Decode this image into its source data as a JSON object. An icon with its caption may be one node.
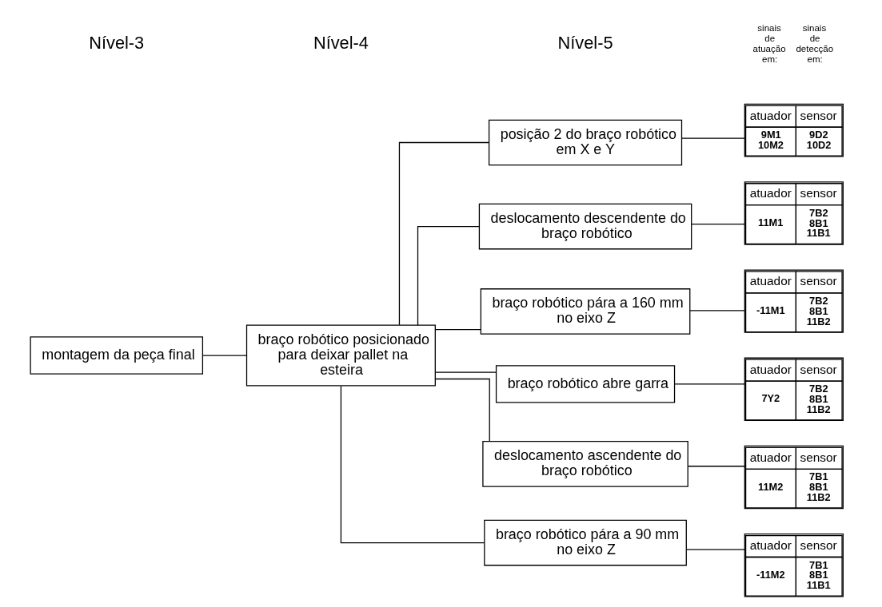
{
  "diagram": {
    "nodes": [
      {
        "text": [
          "montagem da peça final"
        ]
      },
      {
        "text": [
          "braço robótico posicionado para deixar pallet na esteira"
        ]
      },
      {
        "text": [
          "posição 2 do braço robótico em X e Y"
        ]
      },
      {
        "text": [
          "deslocamento descendente do braço robótico"
        ]
      },
      {
        "text": [
          "braço robótico pára a 160 mm no eixo Z"
        ]
      },
      {
        "text": [
          "braço robótico abre garra"
        ]
      },
      {
        "text": [
          "deslocamento ascendente do braço robótico"
        ]
      },
      {
        "text": [
          "braço robótico pára a 90 mm no eixo Z"
        ]
      },
      {
        "text": [
          "atuador",
          "sensor",
          "9M1 10M2",
          "9D2 10D2"
        ]
      },
      {
        "text": [
          "atuador",
          "sensor",
          "11M1",
          "7B2 8B1 11B1"
        ]
      },
      {
        "text": [
          "atuador",
          "sensor",
          "-11M1",
          "7B2 8B1 11B2"
        ]
      },
      {
        "text": [
          "atuador",
          "sensor",
          "7Y2",
          "7B2 8B1 11B2"
        ]
      },
      {
        "text": [
          "atuador",
          "sensor",
          "11M2",
          "7B1 8B1 11B2"
        ]
      },
      {
        "text": [
          "atuador",
          "sensor",
          "-11M2",
          "7B1 8B1 11B1"
        ]
      }
    ],
    "edges": [
      {
        "from": 0,
        "to": 1,
        "arrow": "none"
      },
      {
        "from": 1,
        "to": 2,
        "arrow": "none"
      },
      {
        "from": 1,
        "to": 3,
        "arrow": "none"
      },
      {
        "from": 1,
        "to": 4,
        "arrow": "none"
      },
      {
        "from": 1,
        "to": 5,
        "arrow": "none"
      },
      {
        "from": 1,
        "to": 6,
        "arrow": "none"
      },
      {
        "from": 1,
        "to": 7,
        "arrow": "none"
      },
      {
        "from": 2,
        "to": 8,
        "arrow": "none"
      },
      {
        "from": 3,
        "to": 9,
        "arrow": "none"
      },
      {
        "from": 4,
        "to": 10,
        "arrow": "none"
      },
      {
        "from": 5,
        "to": 11,
        "arrow": "none"
      },
      {
        "from": 6,
        "to": 12,
        "arrow": "none"
      },
      {
        "from": 7,
        "to": 13,
        "arrow": "none"
      }
    ],
    "labels": [
      "Nível-3",
      "Nível-4",
      "Nível-5",
      "sinais de atuação em:",
      "sinais de detecção em:"
    ]
  }
}
